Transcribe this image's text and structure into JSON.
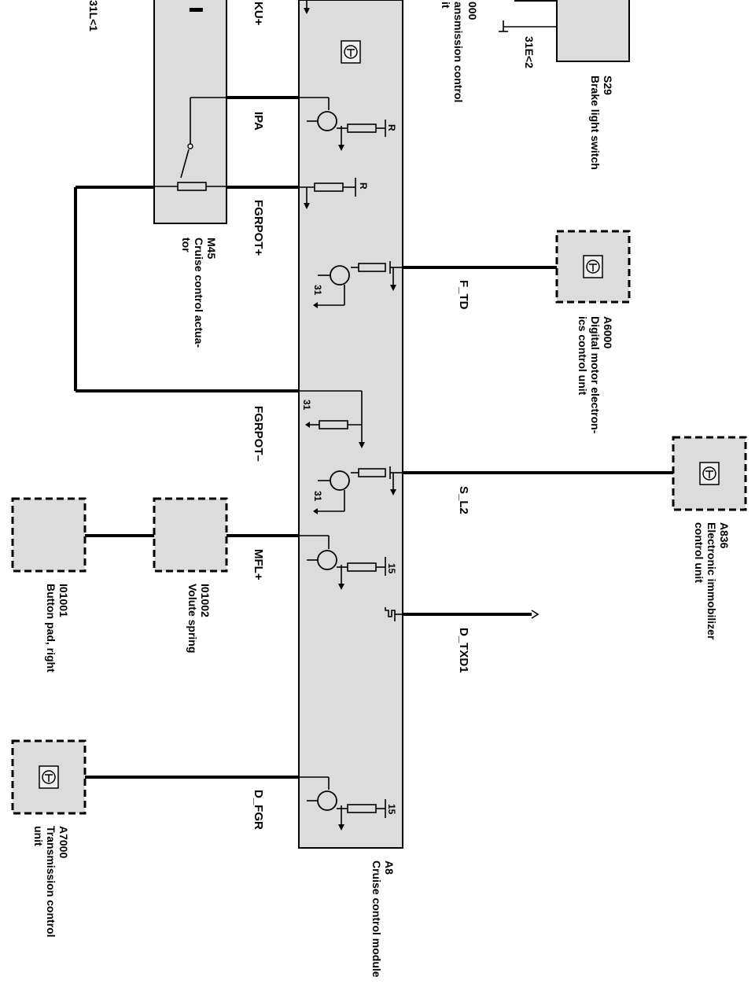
{
  "signals": {
    "ku_plus": "KU+",
    "ipa": "IPA",
    "fgrpot_plus": "FGRPOT+",
    "fgrpot_minus": "FGRPOT–",
    "mfl_plus": "MFL+",
    "d_fgr": "D_FGR",
    "f_td": "F_TD",
    "s_l2": "S_L2",
    "d_txd1": "D_TXD1"
  },
  "ground_refs": {
    "top_left": "31L<1",
    "top_right": "31E<2"
  },
  "pins": {
    "r1": "R",
    "r2": "R",
    "p31_a": "31",
    "p31_b": "31",
    "p31_c": "31",
    "p15_a": "15",
    "p15_b": "15"
  },
  "components": {
    "a8": {
      "id": "A8",
      "name": "Cruise control module"
    },
    "m45": {
      "id": "M45",
      "name_line1": "Cruise control actua-",
      "name_line2": "tor"
    },
    "s29": {
      "id": "S29",
      "name": "Brake light switch"
    },
    "a6000": {
      "id": "A6000",
      "name_line1": "Digital motor electron-",
      "name_line2": "ics control unit"
    },
    "a836": {
      "id": "A836",
      "name_line1": "Electronic immobilizer",
      "name_line2": "control unit"
    },
    "i01002": {
      "id": "I01002",
      "name": "Volute spring"
    },
    "i01001": {
      "id": "I01001",
      "name": "Button pad, right"
    },
    "a7000": {
      "id": "A7000",
      "name_line1": "Transmission control",
      "name_line2": "unit"
    },
    "a7000_top": {
      "id_partial": "000",
      "name_line1": "ansmission control",
      "name_line2": "it"
    }
  }
}
